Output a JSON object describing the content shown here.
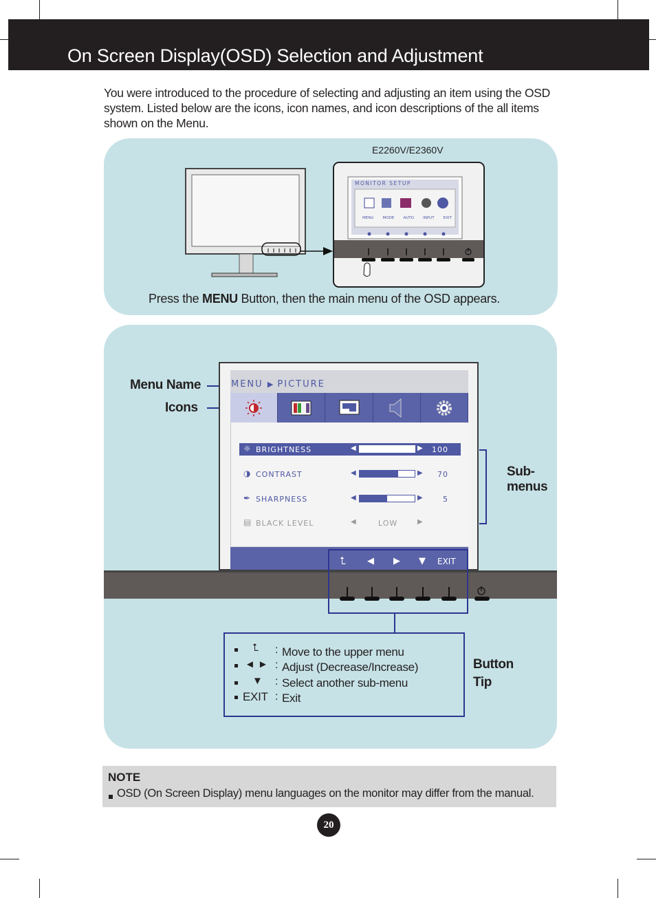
{
  "header": {
    "title": "On Screen Display(OSD) Selection and Adjustment"
  },
  "intro": "You were introduced to the procedure of selecting and adjusting an item using the OSD system. Listed below are the icons, icon names, and icon descriptions of the all items shown on the Menu.",
  "top_panel": {
    "model": "E2260V/E2360V",
    "small_osd_title": "MONITOR SETUP",
    "small_osd_items": [
      "MENU",
      "MODE",
      "AUTO",
      "INPUT",
      "EXIT"
    ],
    "caption_prefix": "Press the ",
    "caption_bold": "MENU",
    "caption_suffix": " Button, then the main menu of the OSD appears."
  },
  "osd": {
    "breadcrumb_menu": "MENU",
    "breadcrumb_page": "PICTURE",
    "tab_icons": [
      "brightness-icon",
      "color-icon",
      "display-icon",
      "volume-icon",
      "settings-icon"
    ],
    "rows": [
      {
        "label": "BRIGHTNESS",
        "value": "100",
        "level": 100,
        "icon": "sun-icon",
        "selected": true
      },
      {
        "label": "CONTRAST",
        "value": "70",
        "level": 70,
        "icon": "contrast-icon",
        "selected": false
      },
      {
        "label": "SHARPNESS",
        "value": "5",
        "level": 50,
        "icon": "sharpness-icon",
        "selected": false
      },
      {
        "label": "BLACK LEVEL",
        "value": "LOW",
        "icon": "black-level-icon",
        "selected": false
      }
    ],
    "bottom_exit": "EXIT"
  },
  "callouts": {
    "menu_name": "Menu Name",
    "icons": "Icons",
    "sub_menus_1": "Sub-",
    "sub_menus_2": "menus",
    "button_tip_1": "Button",
    "button_tip_2": "Tip"
  },
  "legend": [
    {
      "symbol": "⮤",
      "colon": ":",
      "desc": "Move to the upper menu"
    },
    {
      "symbol": "◄ ►",
      "colon": ":",
      "desc": "Adjust (Decrease/Increase)"
    },
    {
      "symbol": "▼",
      "colon": ":",
      "desc": "Select another sub-menu"
    },
    {
      "symbol": "EXIT",
      "colon": ":",
      "desc": "Exit"
    }
  ],
  "note": {
    "title": "NOTE",
    "text": "OSD (On Screen Display) menu languages on the monitor may differ from the manual."
  },
  "page_number": "20"
}
